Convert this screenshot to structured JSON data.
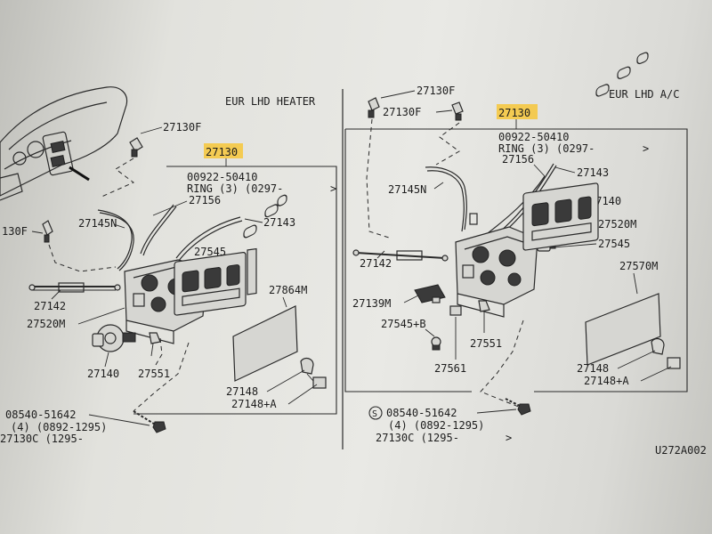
{
  "left_panel": {
    "title": "EUR LHD HEATER",
    "callouts": {
      "c_27130f_top": "27130F",
      "c_27130_main": "27130",
      "c_00922": "00922-50410",
      "c_ring": "RING (3) (0297-",
      "c_ring_arrow": ">",
      "c_27156": "27156",
      "c_27145n": "27145N",
      "c_27143": "27143",
      "c_27130f_left": "130F",
      "c_27545": "27545",
      "c_27864m": "27864M",
      "c_27142": "27142",
      "c_27520m": "27520M",
      "c_27140": "27140",
      "c_27551": "27551",
      "c_27148": "27148",
      "c_27148a": "27148+A",
      "c_08540": "08540-51642",
      "c_08540_qty": "(4) (0892-1295)",
      "c_27130c": "27130C (1295-"
    }
  },
  "right_panel": {
    "title": "EUR LHD A/C",
    "callouts": {
      "c_27130f_top": "27130F",
      "c_27130f_mid": "27130F",
      "c_27130_main": "27130",
      "c_00922": "00922-50410",
      "c_ring": "RING (3) (0297-",
      "c_27156": "27156",
      "c_27143": "27143",
      "c_27145n": "27145N",
      "c_27140": "27140",
      "c_27520m": "27520M",
      "c_27545": "27545",
      "c_27142": "27142",
      "c_27570m": "27570M",
      "c_27139m": "27139M",
      "c_27545b": "27545+B",
      "c_27551": "27551",
      "c_27561": "27561",
      "c_27148": "27148",
      "c_27148a": "27148+A",
      "c_s_symbol": "S",
      "c_08540": "08540-51642",
      "c_08540_qty": "(4) (0892-1295)",
      "c_27130c": "27130C (1295-",
      "c_ref": "U272A002"
    }
  },
  "highlight_color": "#f5c842"
}
